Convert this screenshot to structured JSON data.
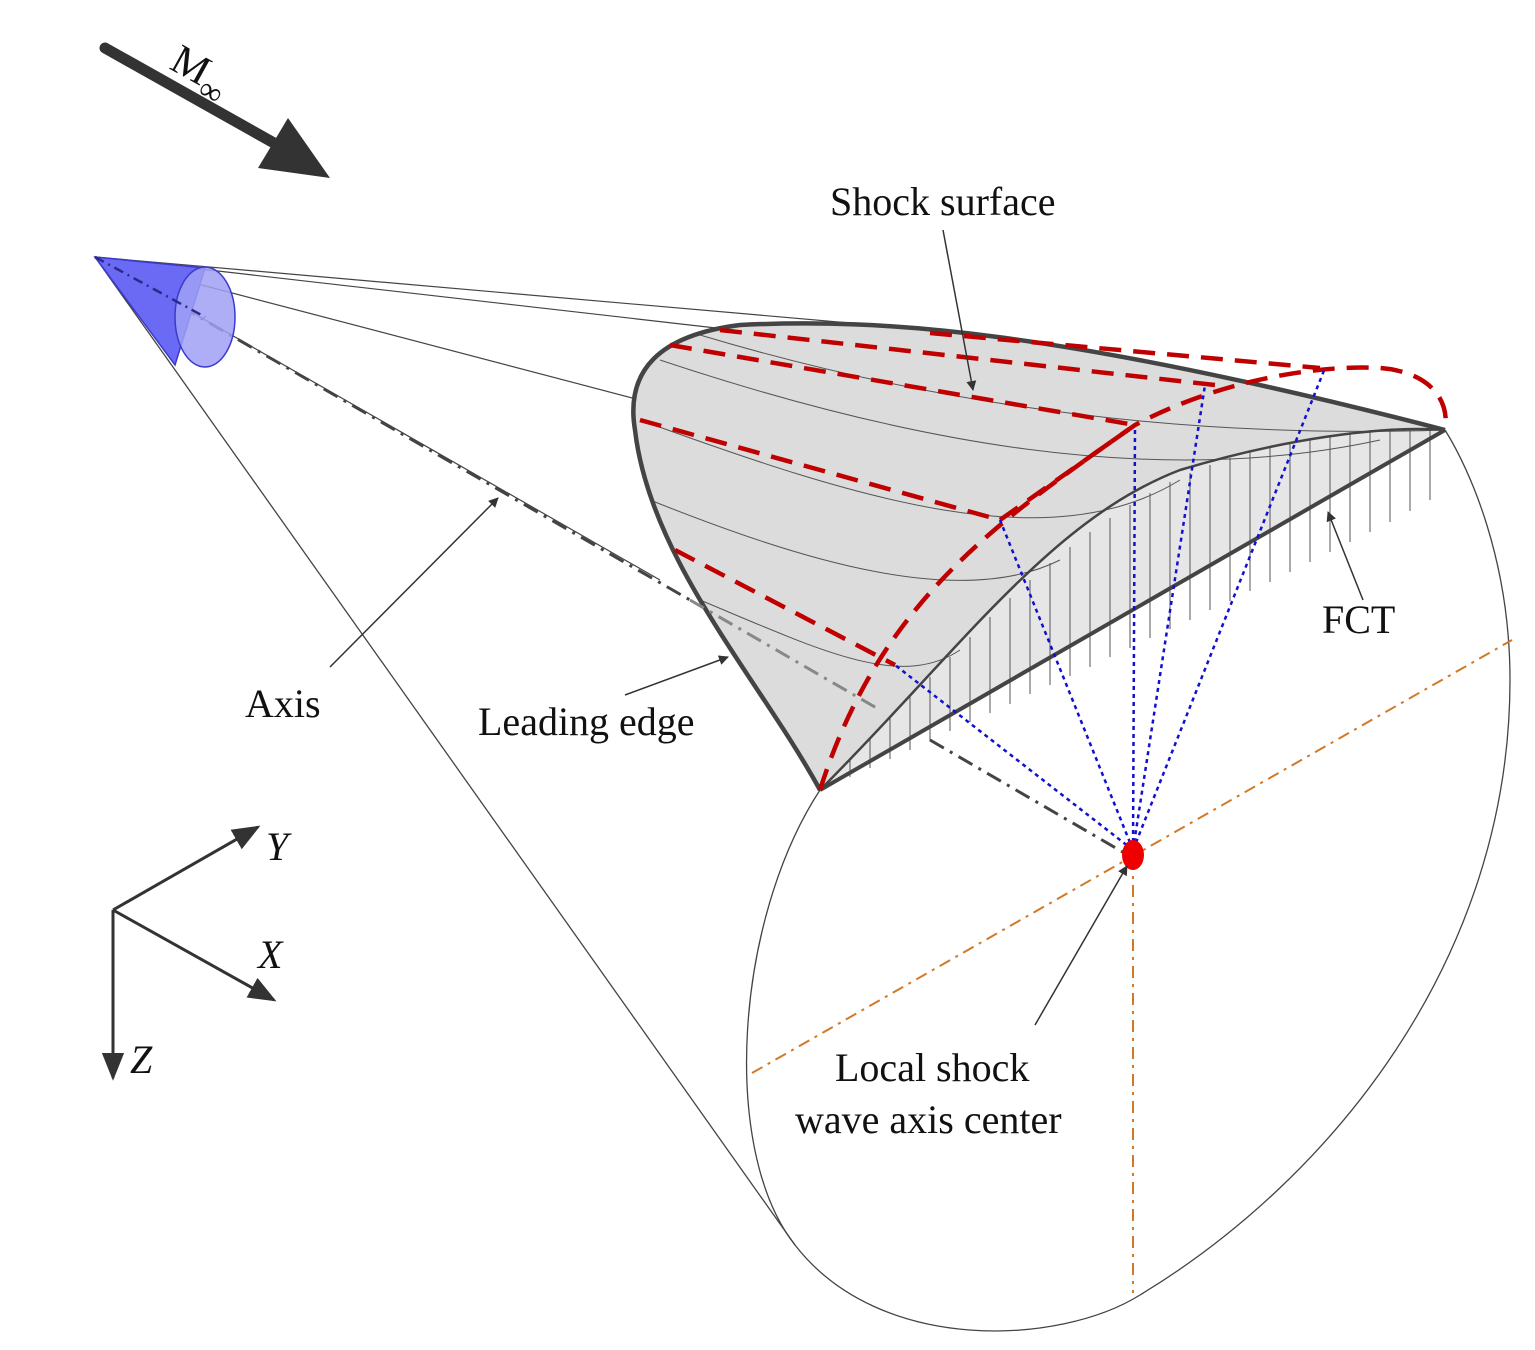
{
  "figure": {
    "flow_label": {
      "main": "M",
      "sub": "∞"
    },
    "labels": {
      "shock_surface": "Shock surface",
      "axis": "Axis",
      "leading_edge": "Leading edge",
      "fct": "FCT",
      "local_center_line1": "Local shock",
      "local_center_line2": "wave axis center"
    },
    "axes": {
      "x": "X",
      "y": "Y",
      "z": "Z"
    },
    "colors": {
      "cone_fill": "#6a6af5",
      "surface_fill": "#dcdcdc",
      "outline": "#444444",
      "red_dash": "#c00000",
      "blue_dot": "#1010d0",
      "orange_dash": "#d07a28",
      "center_dot": "#ee0000"
    }
  }
}
